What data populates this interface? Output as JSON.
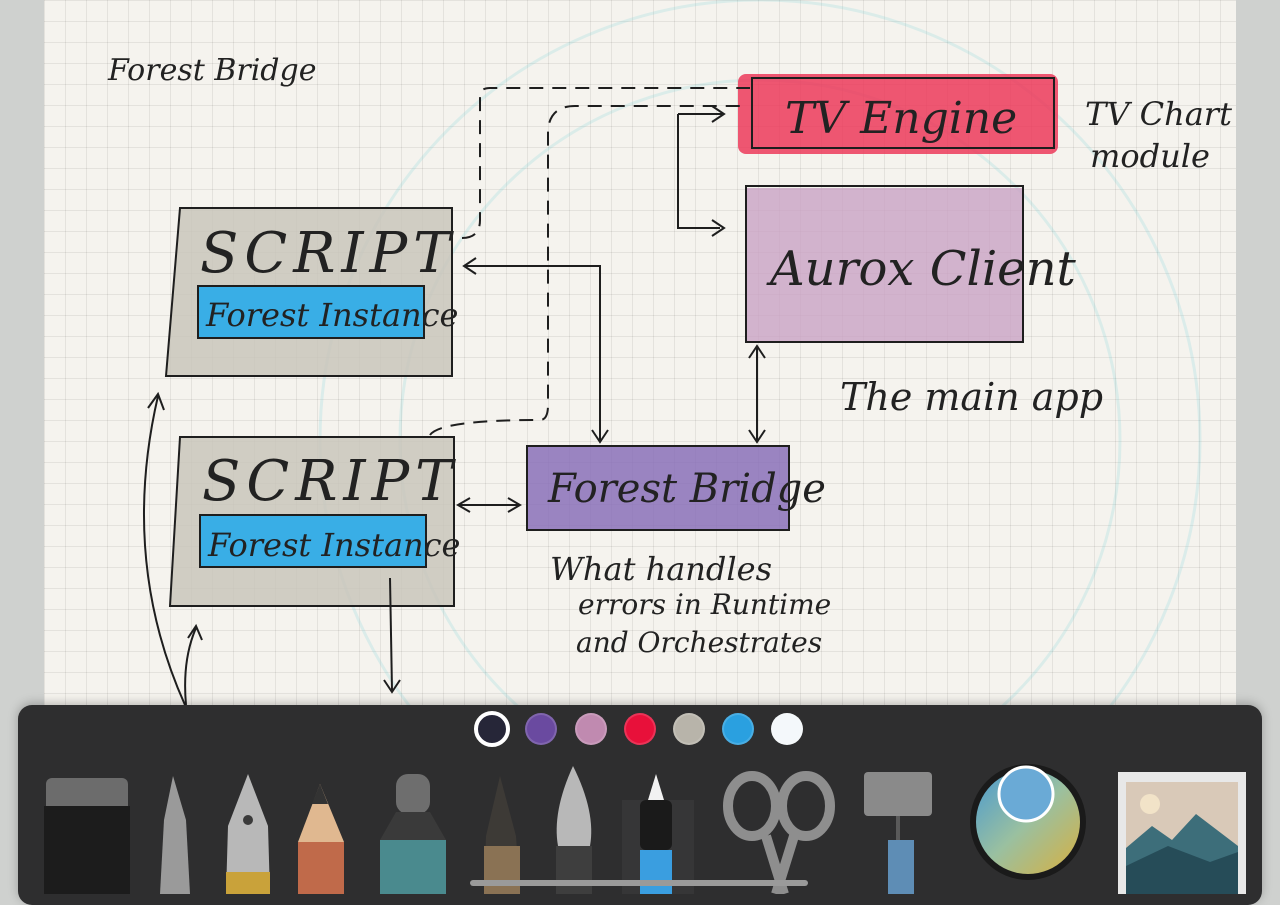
{
  "canvas": {
    "title_note": "Forest Bridge",
    "boxes": {
      "tv_engine": "TV Engine",
      "aurox_client": "Aurox Client",
      "script_1": "SCRIPT",
      "script_1_inner": "Forest Instance",
      "script_2": "SCRIPT",
      "script_2_inner": "Forest Instance",
      "forest_bridge": "Forest Bridge"
    },
    "annotations": {
      "tv_chart_line1": "TV Chart",
      "tv_chart_line2": "module",
      "main_app": "The main app",
      "bridge_note_line1": "What handles",
      "bridge_note_line2": "errors in Runtime",
      "bridge_note_line3": "and Orchestrates"
    }
  },
  "palette": {
    "selected": "dark-navy",
    "colors": [
      {
        "name": "dark-navy",
        "hex": "#262638"
      },
      {
        "name": "purple",
        "hex": "#6a4aa0"
      },
      {
        "name": "mauve",
        "hex": "#c08ab0"
      },
      {
        "name": "red",
        "hex": "#e8103a"
      },
      {
        "name": "gray",
        "hex": "#b8b4aa"
      },
      {
        "name": "blue",
        "hex": "#2aa0e0"
      },
      {
        "name": "white",
        "hex": "#f4f8fb"
      }
    ]
  },
  "tools": [
    {
      "name": "eraser-tool-icon"
    },
    {
      "name": "pencil-tool-icon"
    },
    {
      "name": "fountain-pen-tool-icon"
    },
    {
      "name": "colored-pencil-tool-icon"
    },
    {
      "name": "marker-tool-icon"
    },
    {
      "name": "fine-marker-tool-icon"
    },
    {
      "name": "brush-tool-icon"
    },
    {
      "name": "felt-pen-tool-icon"
    },
    {
      "name": "scissors-tool-icon"
    },
    {
      "name": "paint-roller-tool-icon"
    },
    {
      "name": "color-mixer-tool-icon"
    },
    {
      "name": "image-insert-tool-icon"
    }
  ]
}
